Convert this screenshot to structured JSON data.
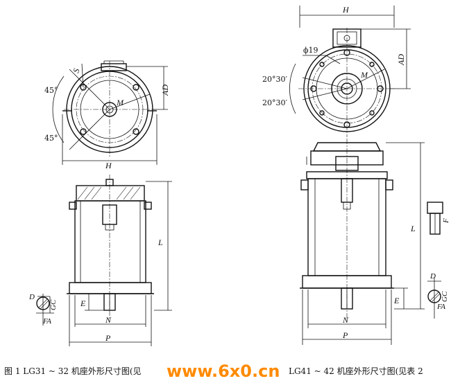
{
  "left_view": {
    "labels": {
      "H_top": "H",
      "S": "S",
      "AD": "AD",
      "M": "M",
      "angle_upper": "45°",
      "angle_lower": "45°",
      "L": "L",
      "N": "N",
      "P": "P",
      "E": "E",
      "D": "D",
      "GC": "GC",
      "FA": "FA"
    }
  },
  "right_view": {
    "labels": {
      "H_top": "H",
      "phi": "ϕ19",
      "AD": "AD",
      "M": "M",
      "angle_upper": "20°30′",
      "angle_lower": "20°30′",
      "L": "L",
      "N": "N",
      "P": "P",
      "E": "E",
      "D": "D",
      "GC": "GC",
      "FA": "FA",
      "F": "F"
    }
  },
  "caption": {
    "left": "图 1   LG31 ~ 32 机座外形尺寸图(见",
    "right": "LG41 ~ 42 机座外形尺寸图(见表 2"
  },
  "watermark": {
    "text": "www.6x0.cn",
    "color": "#ff8a00"
  }
}
